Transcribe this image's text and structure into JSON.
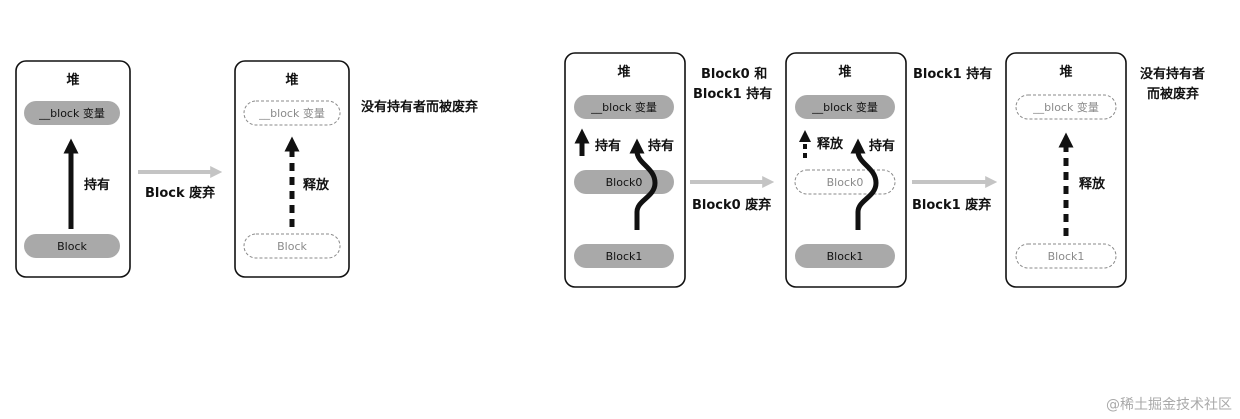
{
  "colors": {
    "heap_border": "#111111",
    "pill_fill": "#a9a9a9",
    "ghost_border": "#8a8a8a",
    "transition_arrow": "#c4c4c4",
    "watermark": "#a9a9a9"
  },
  "diagram1": {
    "heap_before": {
      "title": "堆",
      "var_label": "__block 变量",
      "block_label": "Block",
      "hold_label": "持有"
    },
    "transition_label": "Block 废弃",
    "heap_after": {
      "title": "堆",
      "var_label": "__block 变量",
      "block_label": "Block",
      "release_label": "释放"
    },
    "result_label": "没有持有者而被废弃"
  },
  "diagram2": {
    "heap1": {
      "title": "堆",
      "var_label": "__block 变量",
      "block0_label": "Block0",
      "block1_label": "Block1",
      "hold_left": "持有",
      "hold_right": "持有"
    },
    "note1_line1": "Block0 和",
    "note1_line2": "Block1 持有",
    "transition1_label": "Block0 废弃",
    "heap2": {
      "title": "堆",
      "var_label": "__block 变量",
      "block0_label": "Block0",
      "block1_label": "Block1",
      "release_label": "释放",
      "hold_label": "持有"
    },
    "note2": "Block1 持有",
    "transition2_label": "Block1 废弃",
    "heap3": {
      "title": "堆",
      "var_label": "__block 变量",
      "block1_label": "Block1",
      "release_label": "释放"
    },
    "note3_line1": "没有持有者",
    "note3_line2": "而被废弃"
  },
  "watermark": "@稀土掘金技术社区"
}
